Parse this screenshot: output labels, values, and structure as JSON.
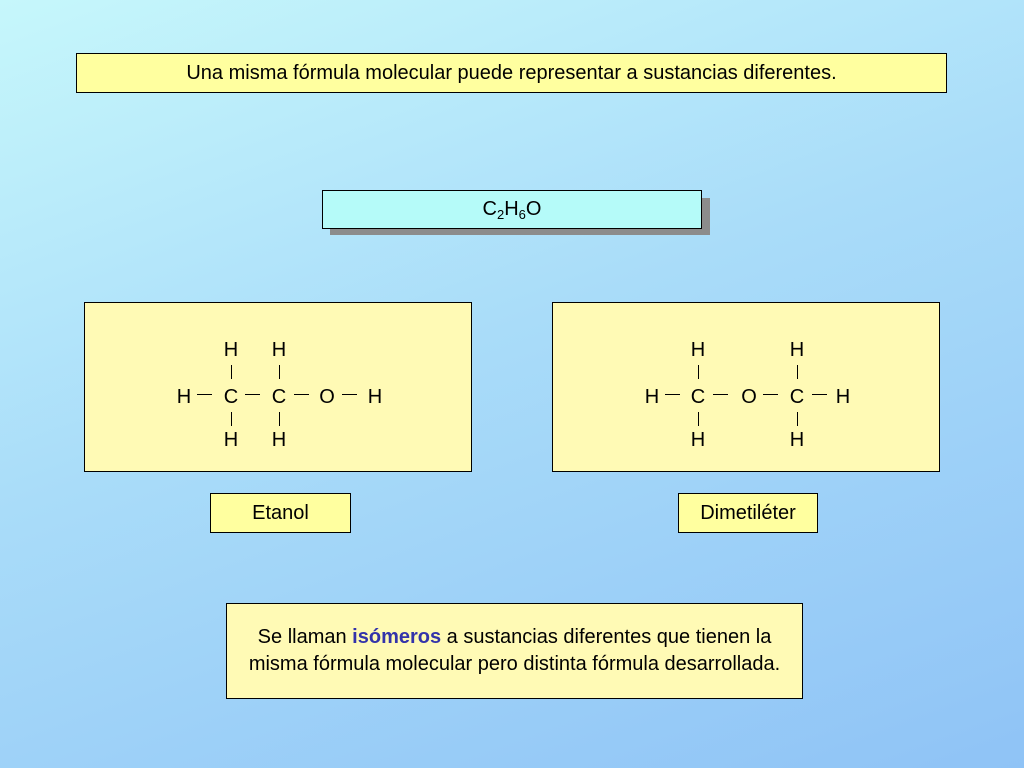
{
  "title": "Una misma fórmula molecular puede representar a sustancias diferentes.",
  "formula": {
    "p1": "C",
    "s1": "2",
    "p2": "H",
    "s2": "6",
    "p3": "O"
  },
  "etanol": {
    "name": "Etanol",
    "top": [
      "H",
      "H"
    ],
    "middle": [
      "H",
      "C",
      "C",
      "O",
      "H"
    ],
    "bottom": [
      "H",
      "H"
    ]
  },
  "dimetileter": {
    "name": "Dimetiléter",
    "top": [
      "H",
      "H"
    ],
    "middle": [
      "H",
      "C",
      "O",
      "C",
      "H"
    ],
    "bottom": [
      "H",
      "H"
    ]
  },
  "definition": {
    "before": "Se llaman ",
    "keyword": "isómeros",
    "after": " a sustancias diferentes que tienen la misma fórmula molecular pero distinta fórmula desarrollada."
  },
  "colors": {
    "title_bg": "#ffff9f",
    "formula_bg": "#b5fbf9",
    "panel_bg": "#fffab5",
    "keyword": "#3333aa"
  }
}
